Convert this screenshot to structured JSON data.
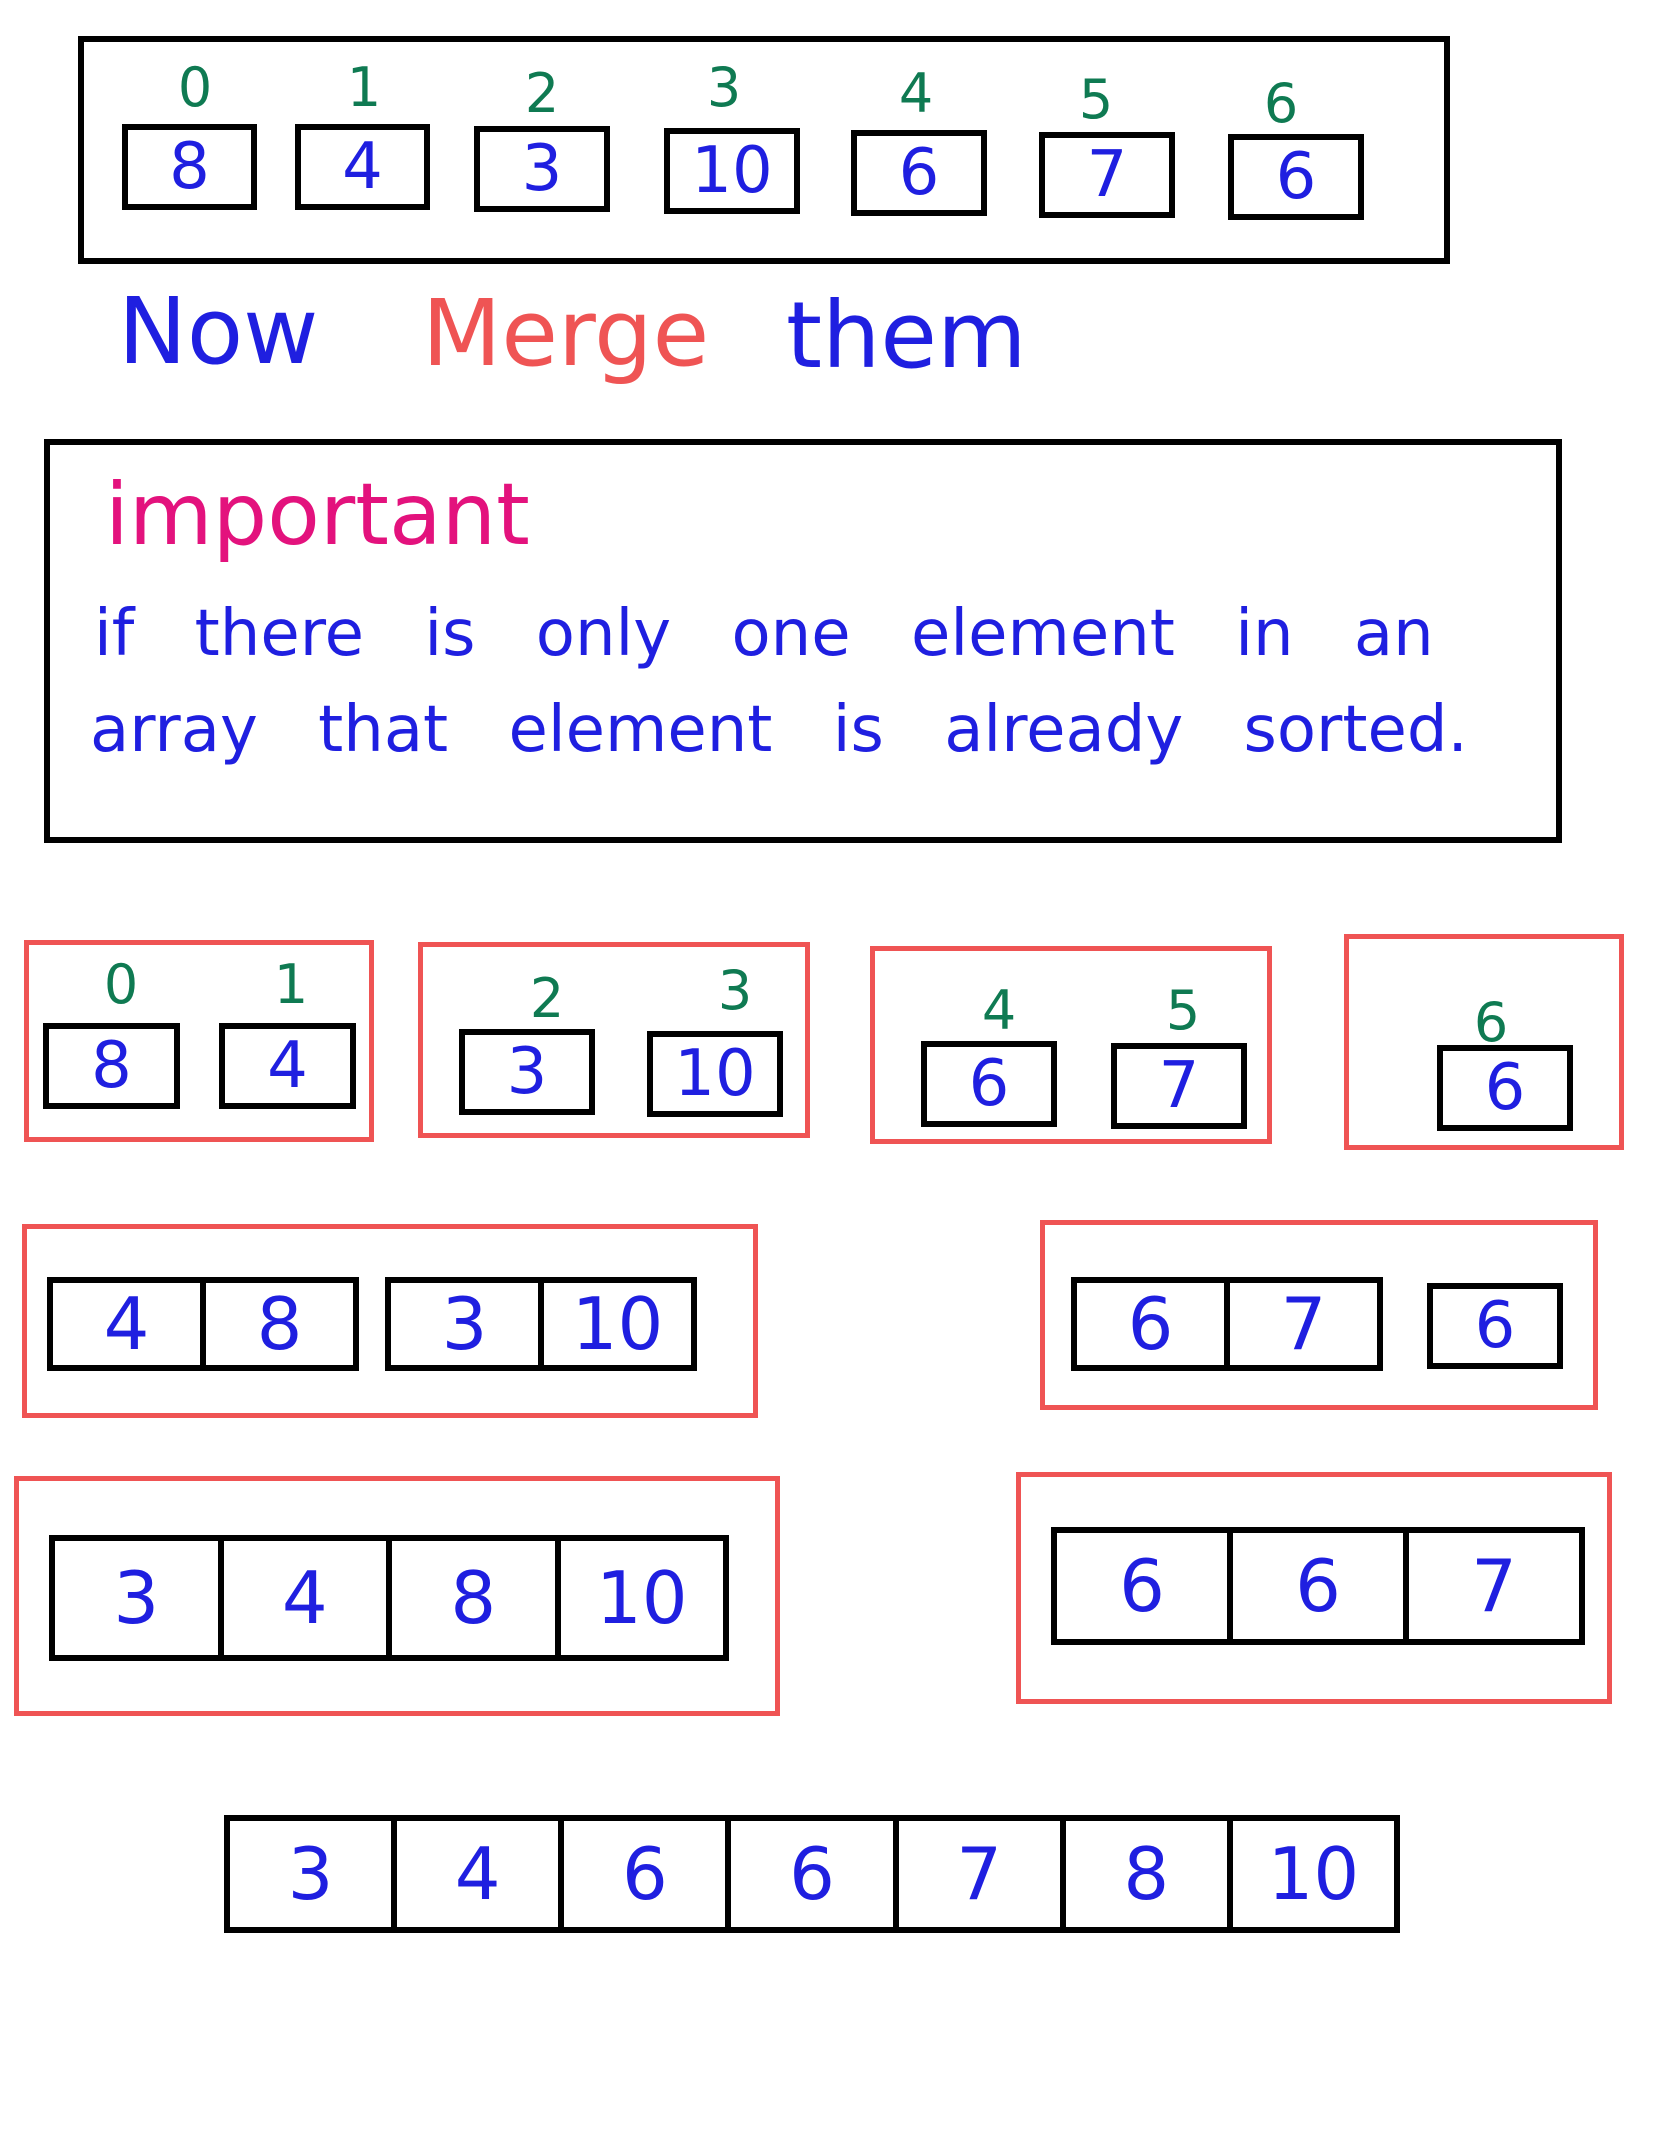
{
  "colors": {
    "number": "#1f1fe0",
    "index": "#0f7a52",
    "merge_word": "#ef5454",
    "important_title": "#e3127d",
    "red_box": "#ef5454",
    "border": "#000000"
  },
  "initial_array": {
    "indices": [
      "0",
      "1",
      "2",
      "3",
      "4",
      "5",
      "6"
    ],
    "values": [
      "8",
      "4",
      "3",
      "10",
      "6",
      "7",
      "6"
    ]
  },
  "heading": {
    "now": "Now",
    "merge": "Merge",
    "them": "them"
  },
  "note": {
    "title": "important",
    "line1": "if there is only one element in an",
    "line2": "array that element is already sorted."
  },
  "level1": [
    {
      "indices": [
        "0",
        "1"
      ],
      "values": [
        "8",
        "4"
      ]
    },
    {
      "indices": [
        "2",
        "3"
      ],
      "values": [
        "3",
        "10"
      ]
    },
    {
      "indices": [
        "4",
        "5"
      ],
      "values": [
        "6",
        "7"
      ]
    },
    {
      "indices": [
        "6"
      ],
      "values": [
        "6"
      ]
    }
  ],
  "level2": {
    "left_a": [
      "4",
      "8"
    ],
    "left_b": [
      "3",
      "10"
    ],
    "right_a": [
      "6",
      "7"
    ],
    "right_b": [
      "6"
    ]
  },
  "level3": {
    "left": [
      "3",
      "4",
      "8",
      "10"
    ],
    "right": [
      "6",
      "6",
      "7"
    ]
  },
  "final": [
    "3",
    "4",
    "6",
    "6",
    "7",
    "8",
    "10"
  ]
}
